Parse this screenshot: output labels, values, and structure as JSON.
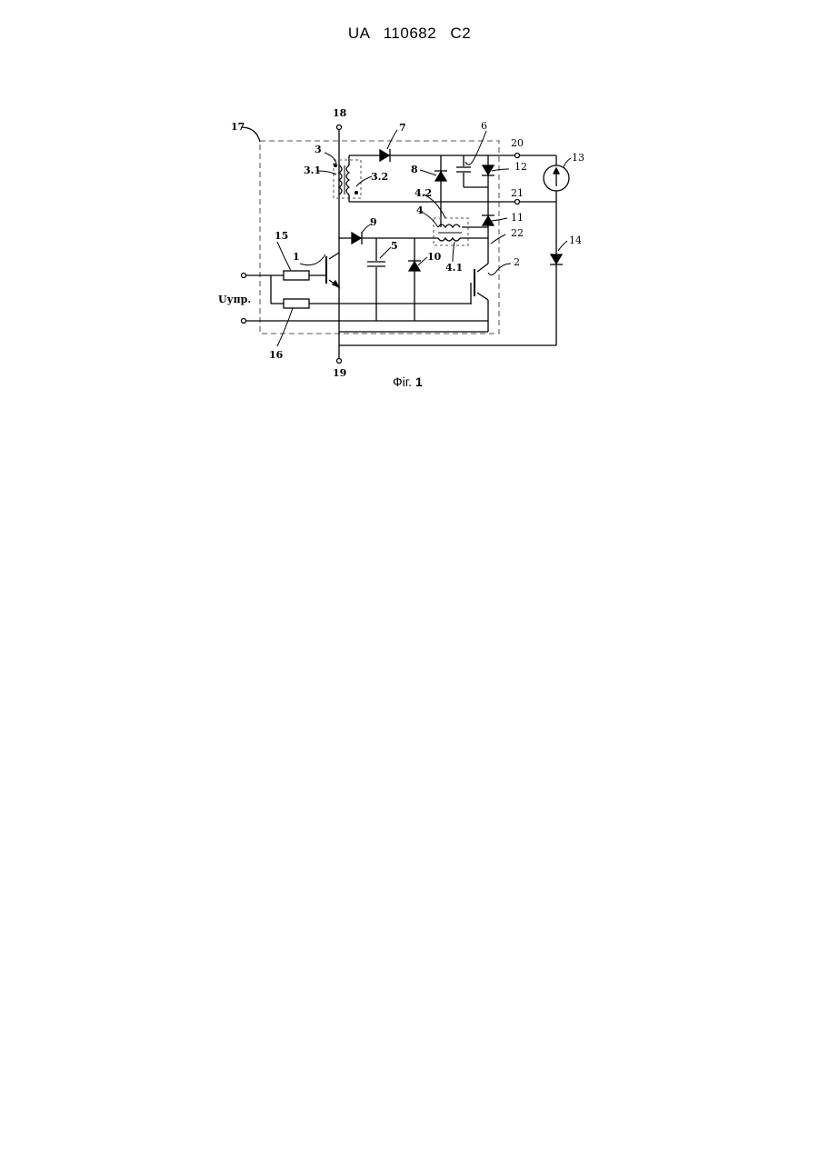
{
  "document": {
    "header": "UA  110682  C2",
    "figure_caption_prefix": "Фіг.",
    "figure_caption_number": "1"
  },
  "diagram": {
    "labels": {
      "l1": "1",
      "l2": "2",
      "l3": "3",
      "l31": "3.1",
      "l32": "3.2",
      "l4": "4",
      "l41": "4.1",
      "l42": "4.2",
      "l5": "5",
      "l6": "6",
      "l7": "7",
      "l8": "8",
      "l9": "9",
      "l10": "10",
      "l11": "11",
      "l12": "12",
      "l13": "13",
      "l14": "14",
      "l15": "15",
      "l16": "16",
      "l17": "17",
      "l18": "18",
      "l19": "19",
      "l20": "20",
      "l21": "21",
      "l22": "22",
      "uctrl": "Uупр."
    }
  }
}
